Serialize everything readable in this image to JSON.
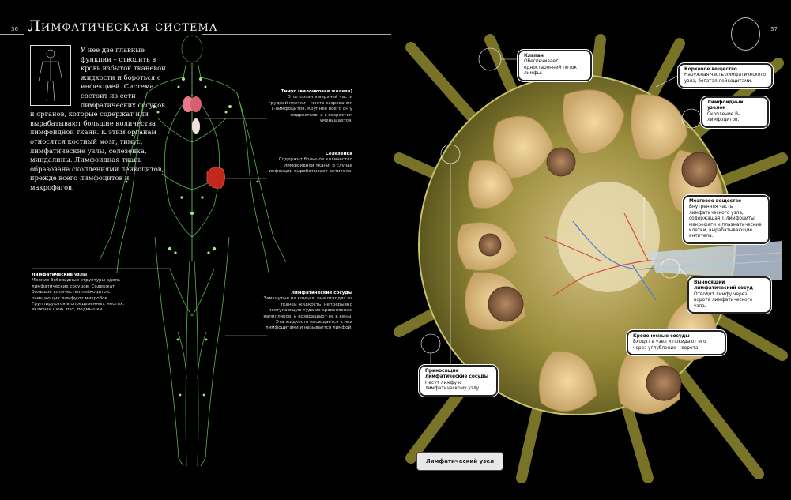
{
  "page": {
    "left_number": "36",
    "right_number": "37",
    "title": "Лимфатическая система"
  },
  "intro": {
    "text": "У нее две главные функции – отводить в кровь избыток тканевой жидкости и бороться с инфекцией. Система состоит из сети лимфатических сосудов и органов, которые содержат или вырабатывают большие количества лимфоидной ткани. К этим органам относятся костный мозг, тимус, лимфатические узлы, селезенка, миндалины. Лимфоидная ткань образована скоплениями лейкоцитов, прежде всего лимфоцитов и макрофагов."
  },
  "left_callouts": {
    "thymus": {
      "title": "Тимус (вилочковая железа)",
      "text": "Этот орган в верхней части грудной клетки – место созревания Т-лимфоцитов. Крупнее всего он у подростков, а с возрастом уменьшается."
    },
    "spleen": {
      "title": "Селезенка",
      "text": "Содержит большое количество лимфоидной ткани. В случае инфекции вырабатывает антитела."
    },
    "lymph_nodes": {
      "title": "Лимфатические узлы",
      "text": "Мелкие бобовидные структуры вдоль лимфатических сосудов. Содержат большое количество лейкоцитов, очищающих лимфу от микробов. Группируются в определенных местах, включая шею, пах, подмышки."
    },
    "lymph_vessels": {
      "title": "Лимфатические сосуды",
      "text": "Замкнутые на концах, они отводят из тканей жидкость, непрерывно поступающую туда из кровеносных капилляров, и возвращают ее в вены. Эта жидкость насыщается в них лимфоцитами и называется лимфой."
    }
  },
  "right_callouts": {
    "valve": {
      "title": "Клапан",
      "text": "Обеспечивает одностаронний поток лимфы."
    },
    "cortex": {
      "title": "Корковое вещество",
      "text": "Наружная часть лимфатического узла, богатая лейкоцитами."
    },
    "nodule": {
      "title": "Лимфоидный узелок",
      "text": "Скопление В-лимфоцитов."
    },
    "medulla": {
      "title": "Мозговое вещество",
      "text": "Внутренняя часть лимфатического узла, содержащая Т-лимфоциты, макрофаги и плазматические клетки, вырабатывающие антитела."
    },
    "efferent": {
      "title": "Выносящий лимфатический сосуд",
      "text": "Отводит лимфу через ворота лимфатического узла."
    },
    "blood": {
      "title": "Кровеносные сосуды",
      "text": "Входят в узел и покидают его через углубление – ворота."
    },
    "afferent": {
      "title": "Приносящие лимфатические сосуды",
      "text": "Несут лимфу к лимфатическому узлу."
    }
  },
  "node_label": "Лимфатический узел",
  "colors": {
    "background": "#000000",
    "lymph_green": "#7fd36a",
    "node_outer": "#8a8a2a",
    "node_cortex": "#d9b77a",
    "spleen_red": "#c0281c",
    "thymus_pink": "#e87a8a"
  }
}
